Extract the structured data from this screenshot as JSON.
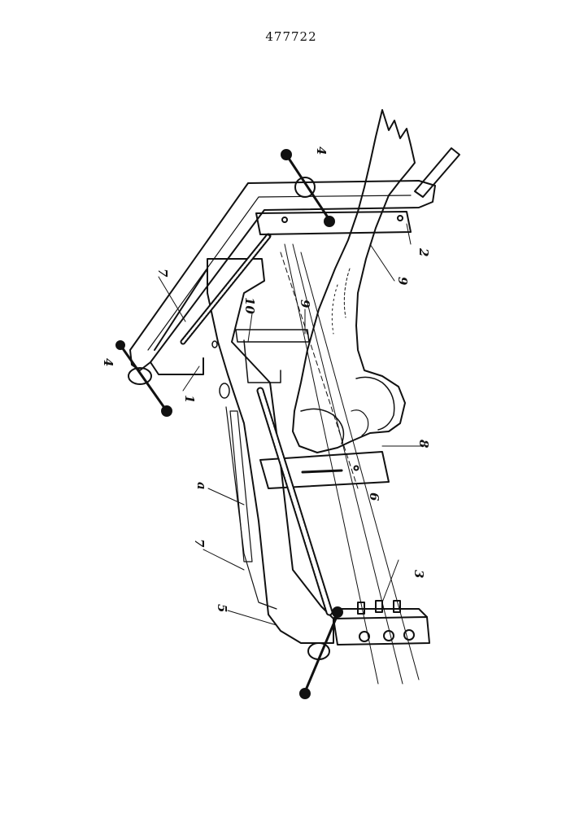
{
  "document": {
    "patent_number": "477722"
  },
  "labels": {
    "l1": "1",
    "l2": "2",
    "l3": "3",
    "l4a": "4",
    "l4b": "4",
    "l5": "5",
    "l6": "6",
    "l7a": "7",
    "l7b": "7",
    "l8": "8",
    "l9a": "9",
    "l9b": "9",
    "l10": "10",
    "la": "a"
  },
  "colors": {
    "ink": "#111111",
    "paper": "#ffffff"
  }
}
